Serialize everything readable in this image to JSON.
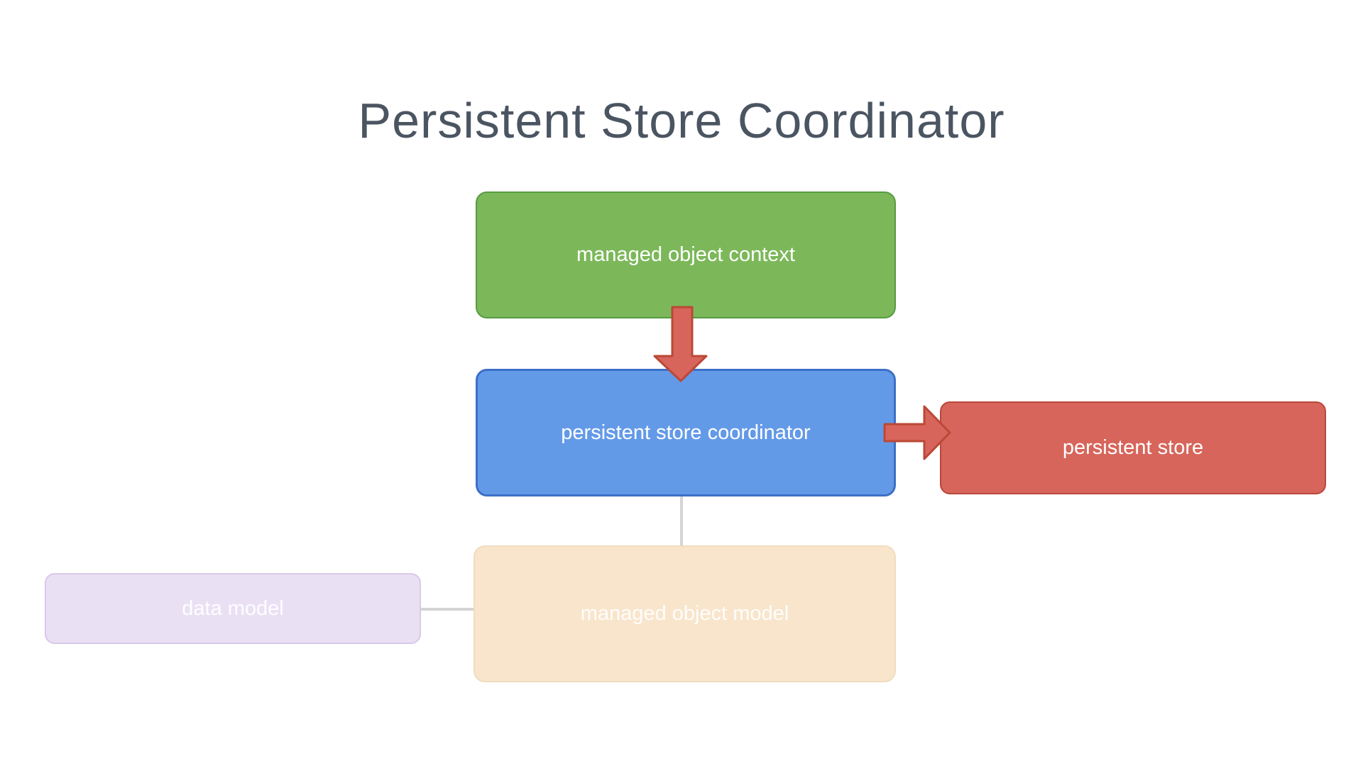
{
  "title": {
    "text": "Persistent Store Coordinator",
    "color": "#4b5562"
  },
  "nodes": {
    "managed_object_context": {
      "label": "managed object context",
      "fill": "#7cb85a",
      "border": "#569b42",
      "text_color": "#ffffff"
    },
    "persistent_store_coordinator": {
      "label": "persistent store coordinator",
      "fill": "#639ae8",
      "border": "#3c70c6",
      "text_color": "#ffffff"
    },
    "persistent_store": {
      "label": "persistent store",
      "fill": "#d7655b",
      "border": "#b8483a",
      "text_color": "#ffffff"
    },
    "managed_object_model": {
      "label": "managed object model",
      "fill": "#f8e5cc",
      "border": "#f1dcbf",
      "text_color": "#ffffff"
    },
    "data_model": {
      "label": "data model",
      "fill": "#eae0f4",
      "border": "#d9c9ea",
      "text_color": "#ffffff"
    }
  },
  "connectors": {
    "down_arrow": {
      "from": "managed object context",
      "to": "persistent store coordinator",
      "fill": "#d7655b",
      "stroke": "#bb4836"
    },
    "right_arrow": {
      "from": "persistent store coordinator",
      "to": "persistent store",
      "fill": "#d7655b",
      "stroke": "#bb4836"
    },
    "line_coordinator_to_model": {
      "from": "persistent store coordinator",
      "to": "managed object model",
      "color": "#d4d4d4"
    },
    "line_model_to_data_model": {
      "from": "managed object model",
      "to": "data model",
      "color": "#d4d4d4"
    }
  }
}
